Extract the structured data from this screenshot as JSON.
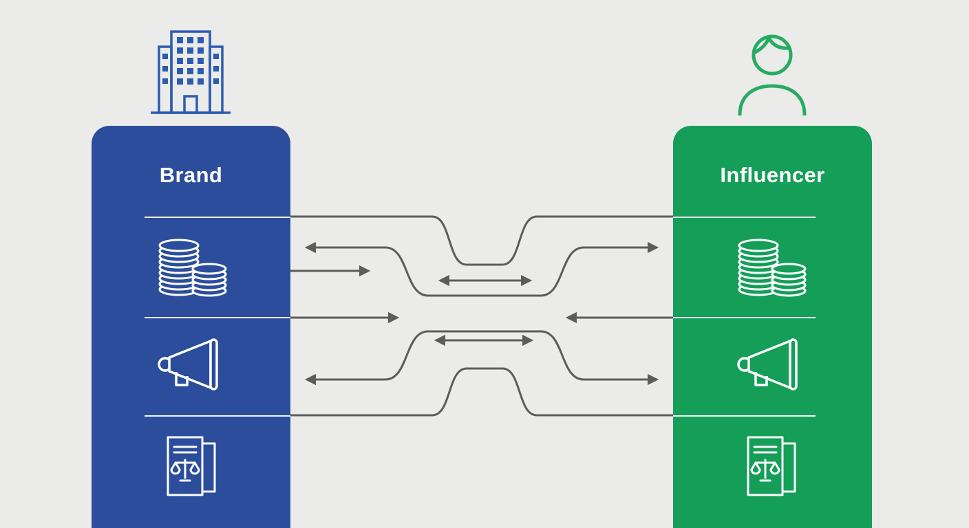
{
  "panels": {
    "brand": {
      "title": "Brand",
      "header_icon": "building-icon",
      "icon_rows": [
        "coins-icon",
        "megaphone-icon",
        "contract-scales-icon"
      ]
    },
    "influencer": {
      "title": "Influencer",
      "header_icon": "person-icon",
      "icon_rows": [
        "coins-icon",
        "megaphone-icon",
        "contract-scales-icon"
      ]
    }
  },
  "connections": {
    "divider_rows": 3,
    "bidirectional_arrows": 4,
    "left_to_right_arrows": 2,
    "right_to_left_arrows": 1
  },
  "colors": {
    "background": "#ebebe9",
    "brand_blue": "#2b4d9b",
    "influencer_green": "#149e58",
    "building_outline": "#2d5bb0",
    "person_outline": "#27ab63",
    "connector_gray": "#5c5c5c",
    "panel_text": "#ffffff",
    "divider_white": "#f4f4f4"
  }
}
